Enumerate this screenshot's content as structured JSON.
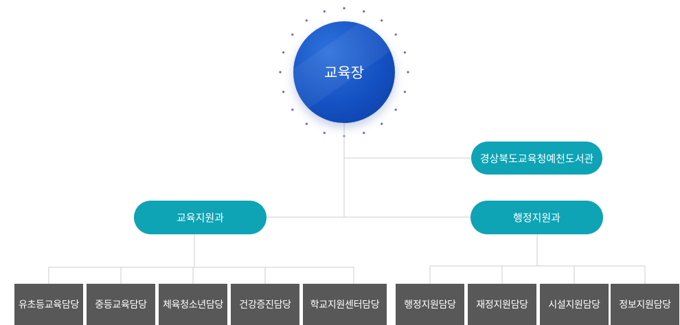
{
  "org": {
    "root": "교육장",
    "library": "경상북도교육청예천도서관",
    "dept_edu": "교육지원과",
    "dept_admin": "행정지원과",
    "edu_teams": [
      "유초등교육담당",
      "중등교육담당",
      "체육청소년담당",
      "건강증진담당",
      "학교지원센터담당"
    ],
    "admin_teams": [
      "행정지원담당",
      "재정지원담당",
      "시설지원담당",
      "정보지원담당"
    ]
  },
  "colors": {
    "root": "#1451c2",
    "dept": "#0ea3b5",
    "team": "#585858",
    "line": "#cccccc",
    "dots": "#6d63d6"
  }
}
